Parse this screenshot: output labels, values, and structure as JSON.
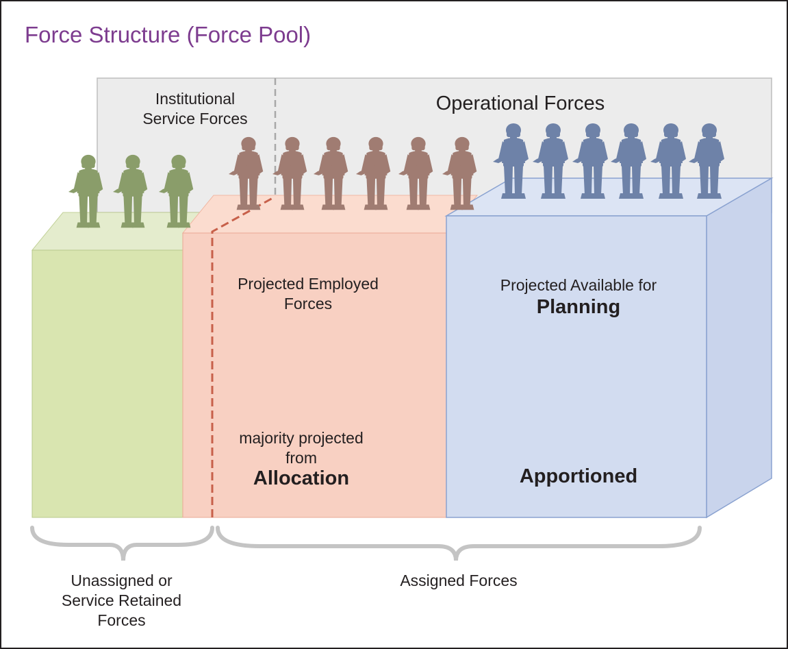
{
  "title": "Force Structure (Force Pool)",
  "colors": {
    "title": "#7d3c8f",
    "unassigned_fill": "#d9e5b0",
    "allocation_fill": "#f8d0c2",
    "apportioned_fill": "#d2dcf0",
    "soldier_green": "#8a9d6a",
    "soldier_brown": "#a07c72",
    "soldier_blue": "#6e82a8",
    "brace": "#c4c4c4",
    "dashed_red": "#c7604a"
  },
  "header": {
    "institutional": "Institutional Service Forces",
    "operational": "Operational Forces"
  },
  "boxes": {
    "employed": "Projected Employed Forces",
    "allocation_prefix": "majority projected from",
    "allocation": "Allocation",
    "planning_prefix": "Projected Available for",
    "planning": "Planning",
    "apportioned": "Apportioned"
  },
  "brackets": {
    "unassigned": "Unassigned or Service Retained Forces",
    "assigned": "Assigned Forces"
  },
  "icons": {
    "soldier": "soldier-silhouette-icon"
  }
}
